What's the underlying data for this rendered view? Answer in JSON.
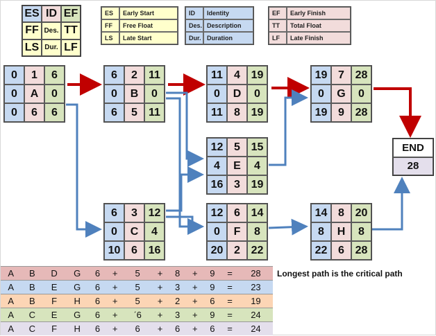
{
  "legend_main": [
    {
      "text": "ES",
      "bg": "#c6d9f1"
    },
    {
      "text": "ID",
      "bg": "#f2dcdb"
    },
    {
      "text": "EF",
      "bg": "#d7e4bd"
    },
    {
      "text": "FF",
      "bg": "#ffffcc"
    },
    {
      "text": "Des.",
      "bg": "#ffffcc",
      "small": true
    },
    {
      "text": "TT",
      "bg": "#ffffcc"
    },
    {
      "text": "LS",
      "bg": "#ffffcc"
    },
    {
      "text": "Dur.",
      "bg": "#ffffcc",
      "small": true
    },
    {
      "text": "LF",
      "bg": "#ffffcc"
    }
  ],
  "legend_boxes": [
    {
      "id": "legend-start",
      "bg": "#ffffcc",
      "rows": [
        [
          "ES",
          "Early Start"
        ],
        [
          "FF",
          "Free Float"
        ],
        [
          "LS",
          "Late Start"
        ]
      ]
    },
    {
      "id": "legend-identity",
      "bg": "#c6d9f1",
      "rows": [
        [
          "ID",
          "Identity"
        ],
        [
          "Des.",
          "Description"
        ],
        [
          "Dur.",
          "Duration"
        ]
      ]
    },
    {
      "id": "legend-finish",
      "bg": "#f2dcdb",
      "rows": [
        [
          "EF",
          "Early Finish"
        ],
        [
          "TT",
          "Total Float"
        ],
        [
          "LF",
          "Late Finish"
        ]
      ]
    }
  ],
  "nodes": [
    {
      "id": "A",
      "cells": [
        "0",
        "1",
        "6",
        "0",
        "A",
        "0",
        "0",
        "6",
        "6"
      ]
    },
    {
      "id": "B",
      "cells": [
        "6",
        "2",
        "11",
        "0",
        "B",
        "0",
        "6",
        "5",
        "11"
      ]
    },
    {
      "id": "D",
      "cells": [
        "11",
        "4",
        "19",
        "0",
        "D",
        "0",
        "11",
        "8",
        "19"
      ]
    },
    {
      "id": "G",
      "cells": [
        "19",
        "7",
        "28",
        "0",
        "G",
        "0",
        "19",
        "9",
        "28"
      ]
    },
    {
      "id": "E",
      "cells": [
        "12",
        "5",
        "15",
        "4",
        "E",
        "4",
        "16",
        "3",
        "19"
      ]
    },
    {
      "id": "C",
      "cells": [
        "6",
        "3",
        "12",
        "0",
        "C",
        "4",
        "10",
        "6",
        "16"
      ]
    },
    {
      "id": "F",
      "cells": [
        "12",
        "6",
        "14",
        "0",
        "F",
        "8",
        "20",
        "2",
        "22"
      ]
    },
    {
      "id": "H",
      "cells": [
        "14",
        "8",
        "20",
        "8",
        "H",
        "8",
        "22",
        "6",
        "28"
      ]
    }
  ],
  "end_node": {
    "label": "END",
    "value": "28"
  },
  "paths": [
    [
      "A",
      "B",
      "D",
      "G",
      "6",
      "+",
      "5",
      "+",
      "8",
      "+",
      "9",
      "=",
      "28"
    ],
    [
      "A",
      "B",
      "E",
      "G",
      "6",
      "+",
      "5",
      "+",
      "3",
      "+",
      "9",
      "=",
      "23"
    ],
    [
      "A",
      "B",
      "F",
      "H",
      "6",
      "+",
      "5",
      "+",
      "2",
      "+",
      "6",
      "=",
      "19"
    ],
    [
      "A",
      "C",
      "E",
      "G",
      "6",
      "+",
      "ˊ6",
      "+",
      "3",
      "+",
      "9",
      "=",
      "24"
    ],
    [
      "A",
      "C",
      "F",
      "H",
      "6",
      "+",
      "6",
      "+",
      "6",
      "+",
      "6",
      "=",
      "24"
    ]
  ],
  "critical_note": "Longest path is the critical path",
  "colors": {
    "critical_arrow": "#c00000",
    "normal_arrow": "#4f81bd",
    "cell_blue": "#c6d9f1",
    "cell_pink": "#f2dcdb",
    "cell_green": "#d7e4bd",
    "cell_purple": "#e4dfec",
    "legend_yellow": "#ffffcc"
  }
}
